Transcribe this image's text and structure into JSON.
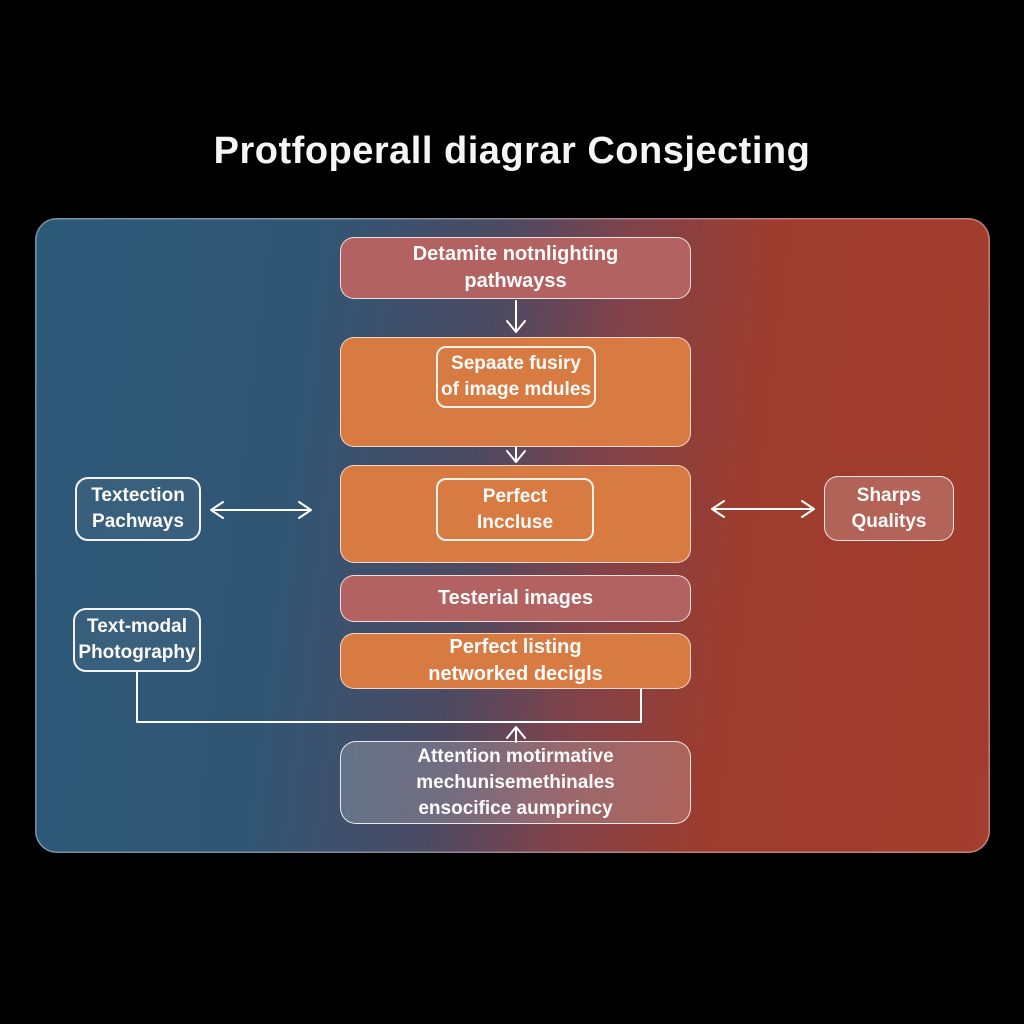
{
  "title": "Protfoperall diagrar Consjecting",
  "colors": {
    "background": "#000000",
    "panel_left": "#2d5978",
    "panel_right": "#a33d2d",
    "rose_box": "#b26260",
    "orange_box": "#d87b42",
    "arrow": "#ffffff",
    "text": "#fdfbfa"
  },
  "flow": {
    "box1": {
      "lines": [
        "Detamite notnlighting",
        "pathwayss"
      ]
    },
    "box2": {
      "lines": [
        "Sepaate fusiry",
        "of image mdules"
      ]
    },
    "box3": {
      "lines": [
        "Perfect",
        "Inccluse"
      ]
    },
    "box4": {
      "lines": [
        "Testerial images"
      ]
    },
    "box5": {
      "lines": [
        "Perfect listing",
        "networked decigls"
      ]
    },
    "box6": {
      "lines": [
        "Attention motirmative",
        "mechunisemethinales",
        "ensocifice aumprincy"
      ]
    }
  },
  "side": {
    "left_top": {
      "lines": [
        "Textection",
        "Pachways"
      ]
    },
    "left_bottom": {
      "lines": [
        "Text-modal",
        "Photography"
      ]
    },
    "right": {
      "lines": [
        "Sharps",
        "Qualitys"
      ]
    }
  }
}
